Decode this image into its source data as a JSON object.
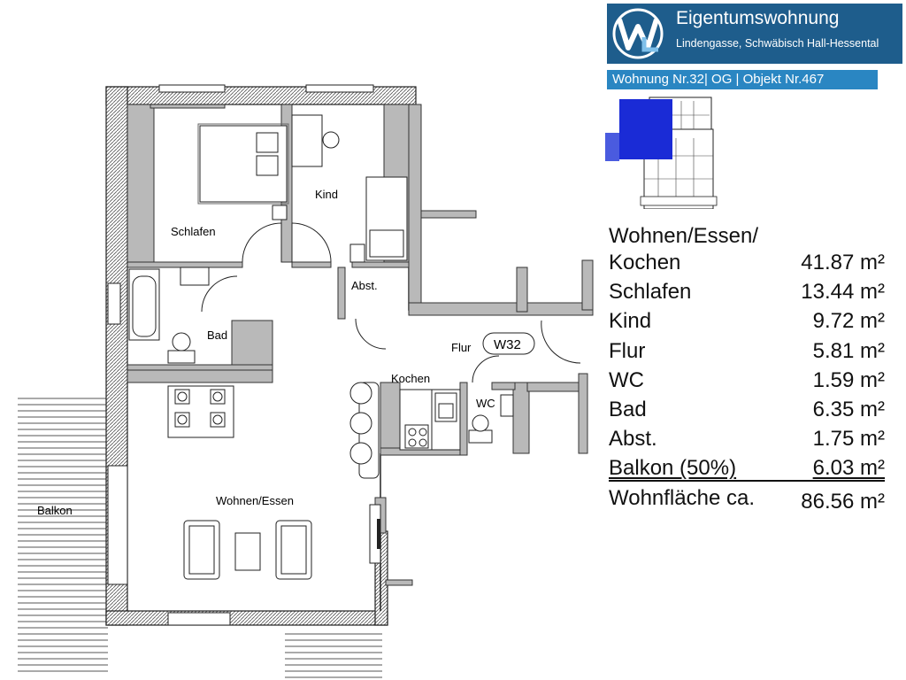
{
  "header": {
    "title": "Eigentumswohnung",
    "subtitle": "Lindengasse, Schwäbisch Hall-Hessental",
    "unit_line": "Wohnung Nr.32| OG | Objekt Nr.467",
    "colors": {
      "header_bg": "#1e5d8c",
      "unit_bar_bg": "#2a86c2",
      "highlight": "#1a2bd6"
    }
  },
  "rooms": {
    "schlafen": "Schlafen",
    "kind": "Kind",
    "abst": "Abst.",
    "bad": "Bad",
    "flur": "Flur",
    "unit_tag": "W32",
    "kochen": "Kochen",
    "wc": "WC",
    "wohnen": "Wohnen/Essen",
    "balkon": "Balkon"
  },
  "areas": [
    {
      "label": "Wohnen/Essen/",
      "value": ""
    },
    {
      "label": "Kochen",
      "value": "41.87 m²"
    },
    {
      "label": "Schlafen",
      "value": "13.44 m²"
    },
    {
      "label": "Kind",
      "value": "9.72 m²"
    },
    {
      "label": "Flur",
      "value": "5.81 m²"
    },
    {
      "label": "WC",
      "value": "1.59 m²"
    },
    {
      "label": "Bad",
      "value": "6.35 m²"
    },
    {
      "label": "Abst.",
      "value": "1.75 m²"
    },
    {
      "label": "Balkon (50%)",
      "value": "6.03 m²"
    },
    {
      "label": "Wohnfläche ca.",
      "value": "86.56 m²"
    }
  ]
}
